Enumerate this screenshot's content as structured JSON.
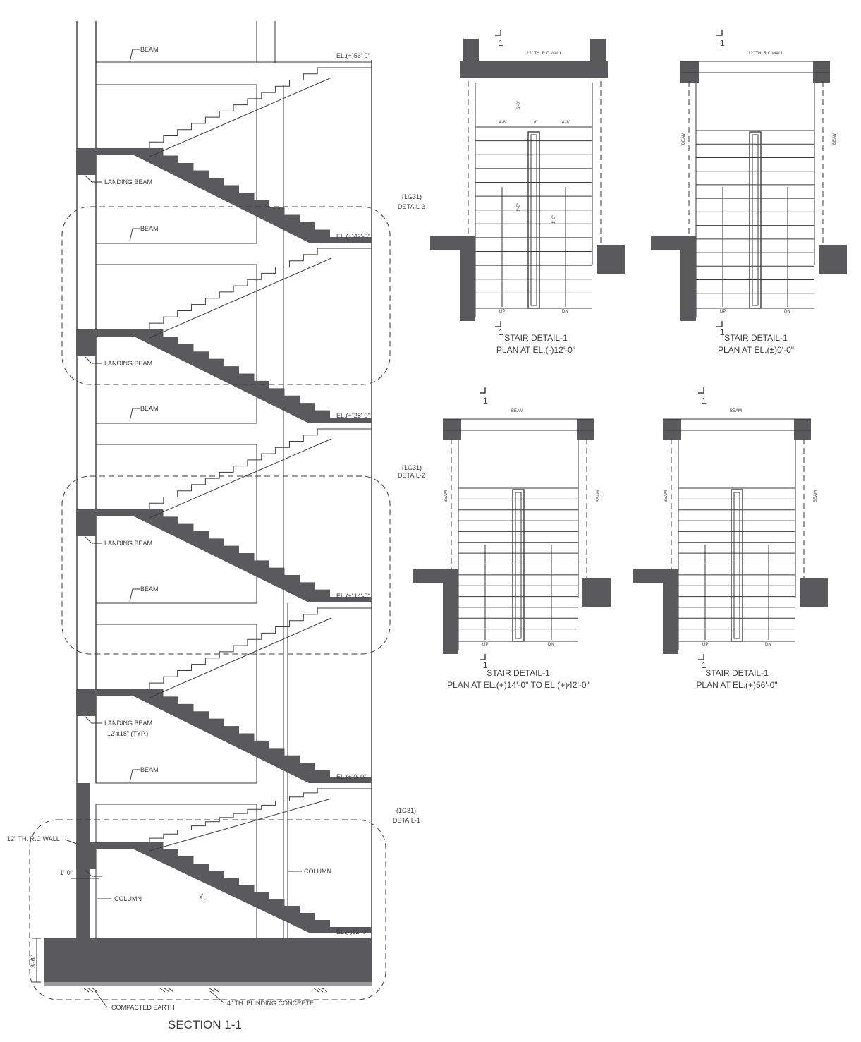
{
  "section": {
    "title": "SECTION 1-1",
    "elevations": [
      "EL.(+)56'-0\"",
      "EL.(+)42'-0\"",
      "EL.(+)28'-0\"",
      "EL.(+)14'-0\"",
      "EL.(±)0'-0\"",
      "EL.(-)12'-0\""
    ],
    "beam_label": "BEAM",
    "landing_beam_label": "LANDING BEAM",
    "landing_beam_size": "12\"x18\" (TYP.)",
    "column_label": "COLUMN",
    "wall_label": "12\" TH. R.C WALL",
    "wall_thickness": "1'-0\"",
    "riser_dim": "8\"",
    "footing_depth": "3'-6\"",
    "compacted_earth": "COMPACTED EARTH",
    "blinding": "4\" TH. BLINDING CONCRETE",
    "details": [
      {
        "ref": "(1G31)",
        "name": "DETAIL-3"
      },
      {
        "ref": "(1G31)",
        "name": "DETAIL-2"
      },
      {
        "ref": "(1G31)",
        "name": "DETAIL-1"
      }
    ]
  },
  "plans": [
    {
      "title": "STAIR DETAIL-1",
      "subtitle": "PLAN AT EL.(-)12'-0\""
    },
    {
      "title": "STAIR DETAIL-1",
      "subtitle": "PLAN AT EL.(±)0'-0\""
    },
    {
      "title": "STAIR DETAIL-1",
      "subtitle": "PLAN AT  EL.(+)14'-0\" TO EL.(+)42'-0\""
    },
    {
      "title": "STAIR DETAIL-1",
      "subtitle": "PLAN AT EL.(+)56'-0\""
    }
  ],
  "plan_labels": {
    "section_mark": "1",
    "wall": "12\" TH. R.C WALL",
    "beam": "BEAM",
    "up": "UP",
    "dn": "DN",
    "dim_a": "4'-8\"",
    "dim_b": "8\"",
    "dim_c": "4'-8\"",
    "dim_d": "6'-0\"",
    "dim_e": "1'-0\"",
    "dim_f": "1'-0\""
  },
  "colors": {
    "ink": "#3a3a3a",
    "solid": "#5a5a5c"
  }
}
